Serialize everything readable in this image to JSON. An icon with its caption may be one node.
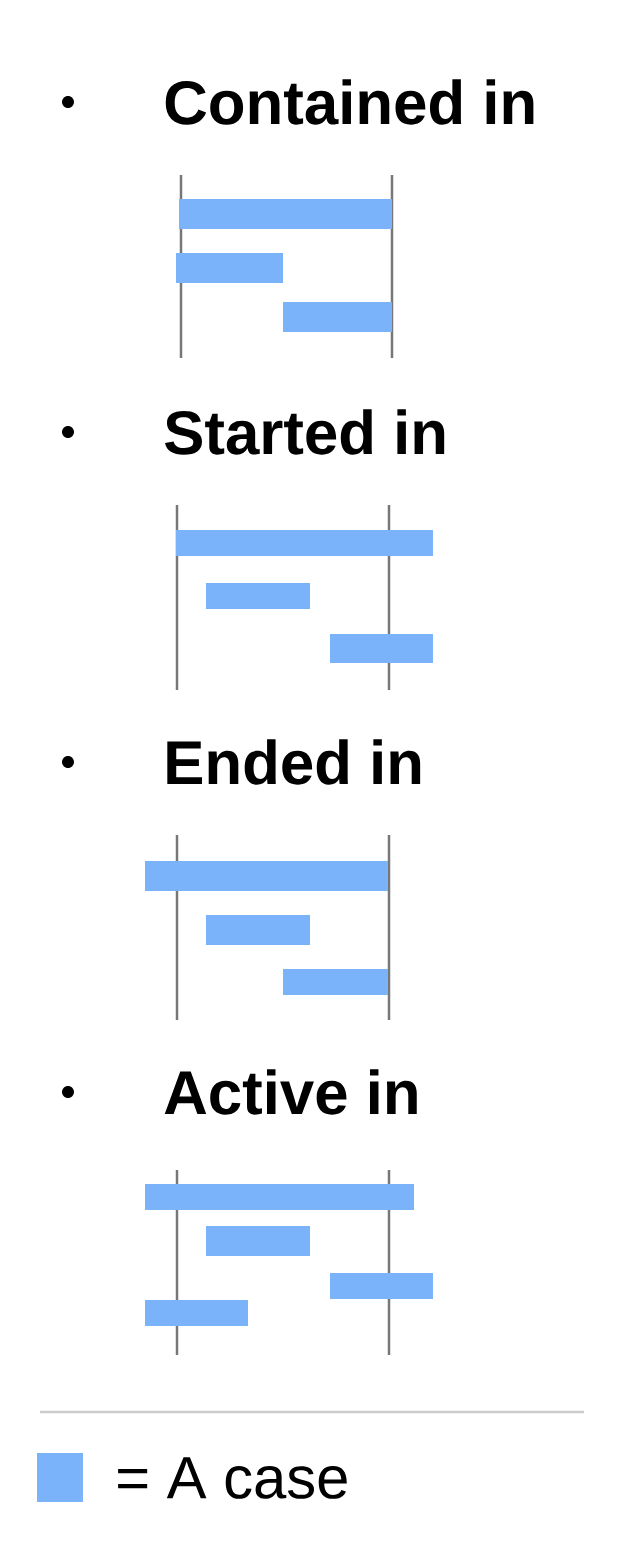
{
  "diagram": {
    "labels": [
      "Contained in",
      "Started in",
      "Ended in",
      "Active in"
    ],
    "legend": [
      {
        "text": "= A case",
        "color": "#7bb3fb"
      }
    ]
  }
}
